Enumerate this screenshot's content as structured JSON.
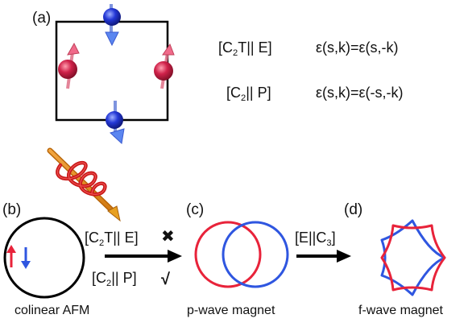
{
  "panels": {
    "a": {
      "label": "(a)",
      "rows": [
        {
          "op_pre": "[C",
          "op_sub": "2",
          "op_post": "T|| E]",
          "relation": "ε(s,k)=ε(s,-k)"
        },
        {
          "op_pre": "[C",
          "op_sub": "2",
          "op_post": "|| P]",
          "relation": "ε(s,k)=ε(-s,-k)"
        }
      ]
    },
    "b": {
      "label": "(b)",
      "op1_pre": "[C",
      "op1_sub": "2",
      "op1_post": "T|| E]",
      "op1_mark": "✖",
      "op2_pre": "[C",
      "op2_sub": "2",
      "op2_post": "|| P]",
      "op2_mark": "√",
      "caption": "colinear AFM"
    },
    "c": {
      "label": "(c)",
      "op_pre": "[E||C",
      "op_sub": "3",
      "op_post": "]",
      "caption": "p-wave magnet"
    },
    "d": {
      "label": "(d)",
      "caption": "f-wave magnet"
    }
  },
  "colors": {
    "spin_up": "#e8233a",
    "spin_down": "#2f56e0",
    "red_atom": "#cc2244",
    "blue_atom": "#2233cc",
    "helix": "#c81a1a",
    "rod": "#e8901e",
    "line": "#000000"
  },
  "icons": [
    "spin-up-arrow-icon",
    "spin-down-arrow-icon",
    "helix-icon",
    "cross-icon",
    "check-icon"
  ]
}
